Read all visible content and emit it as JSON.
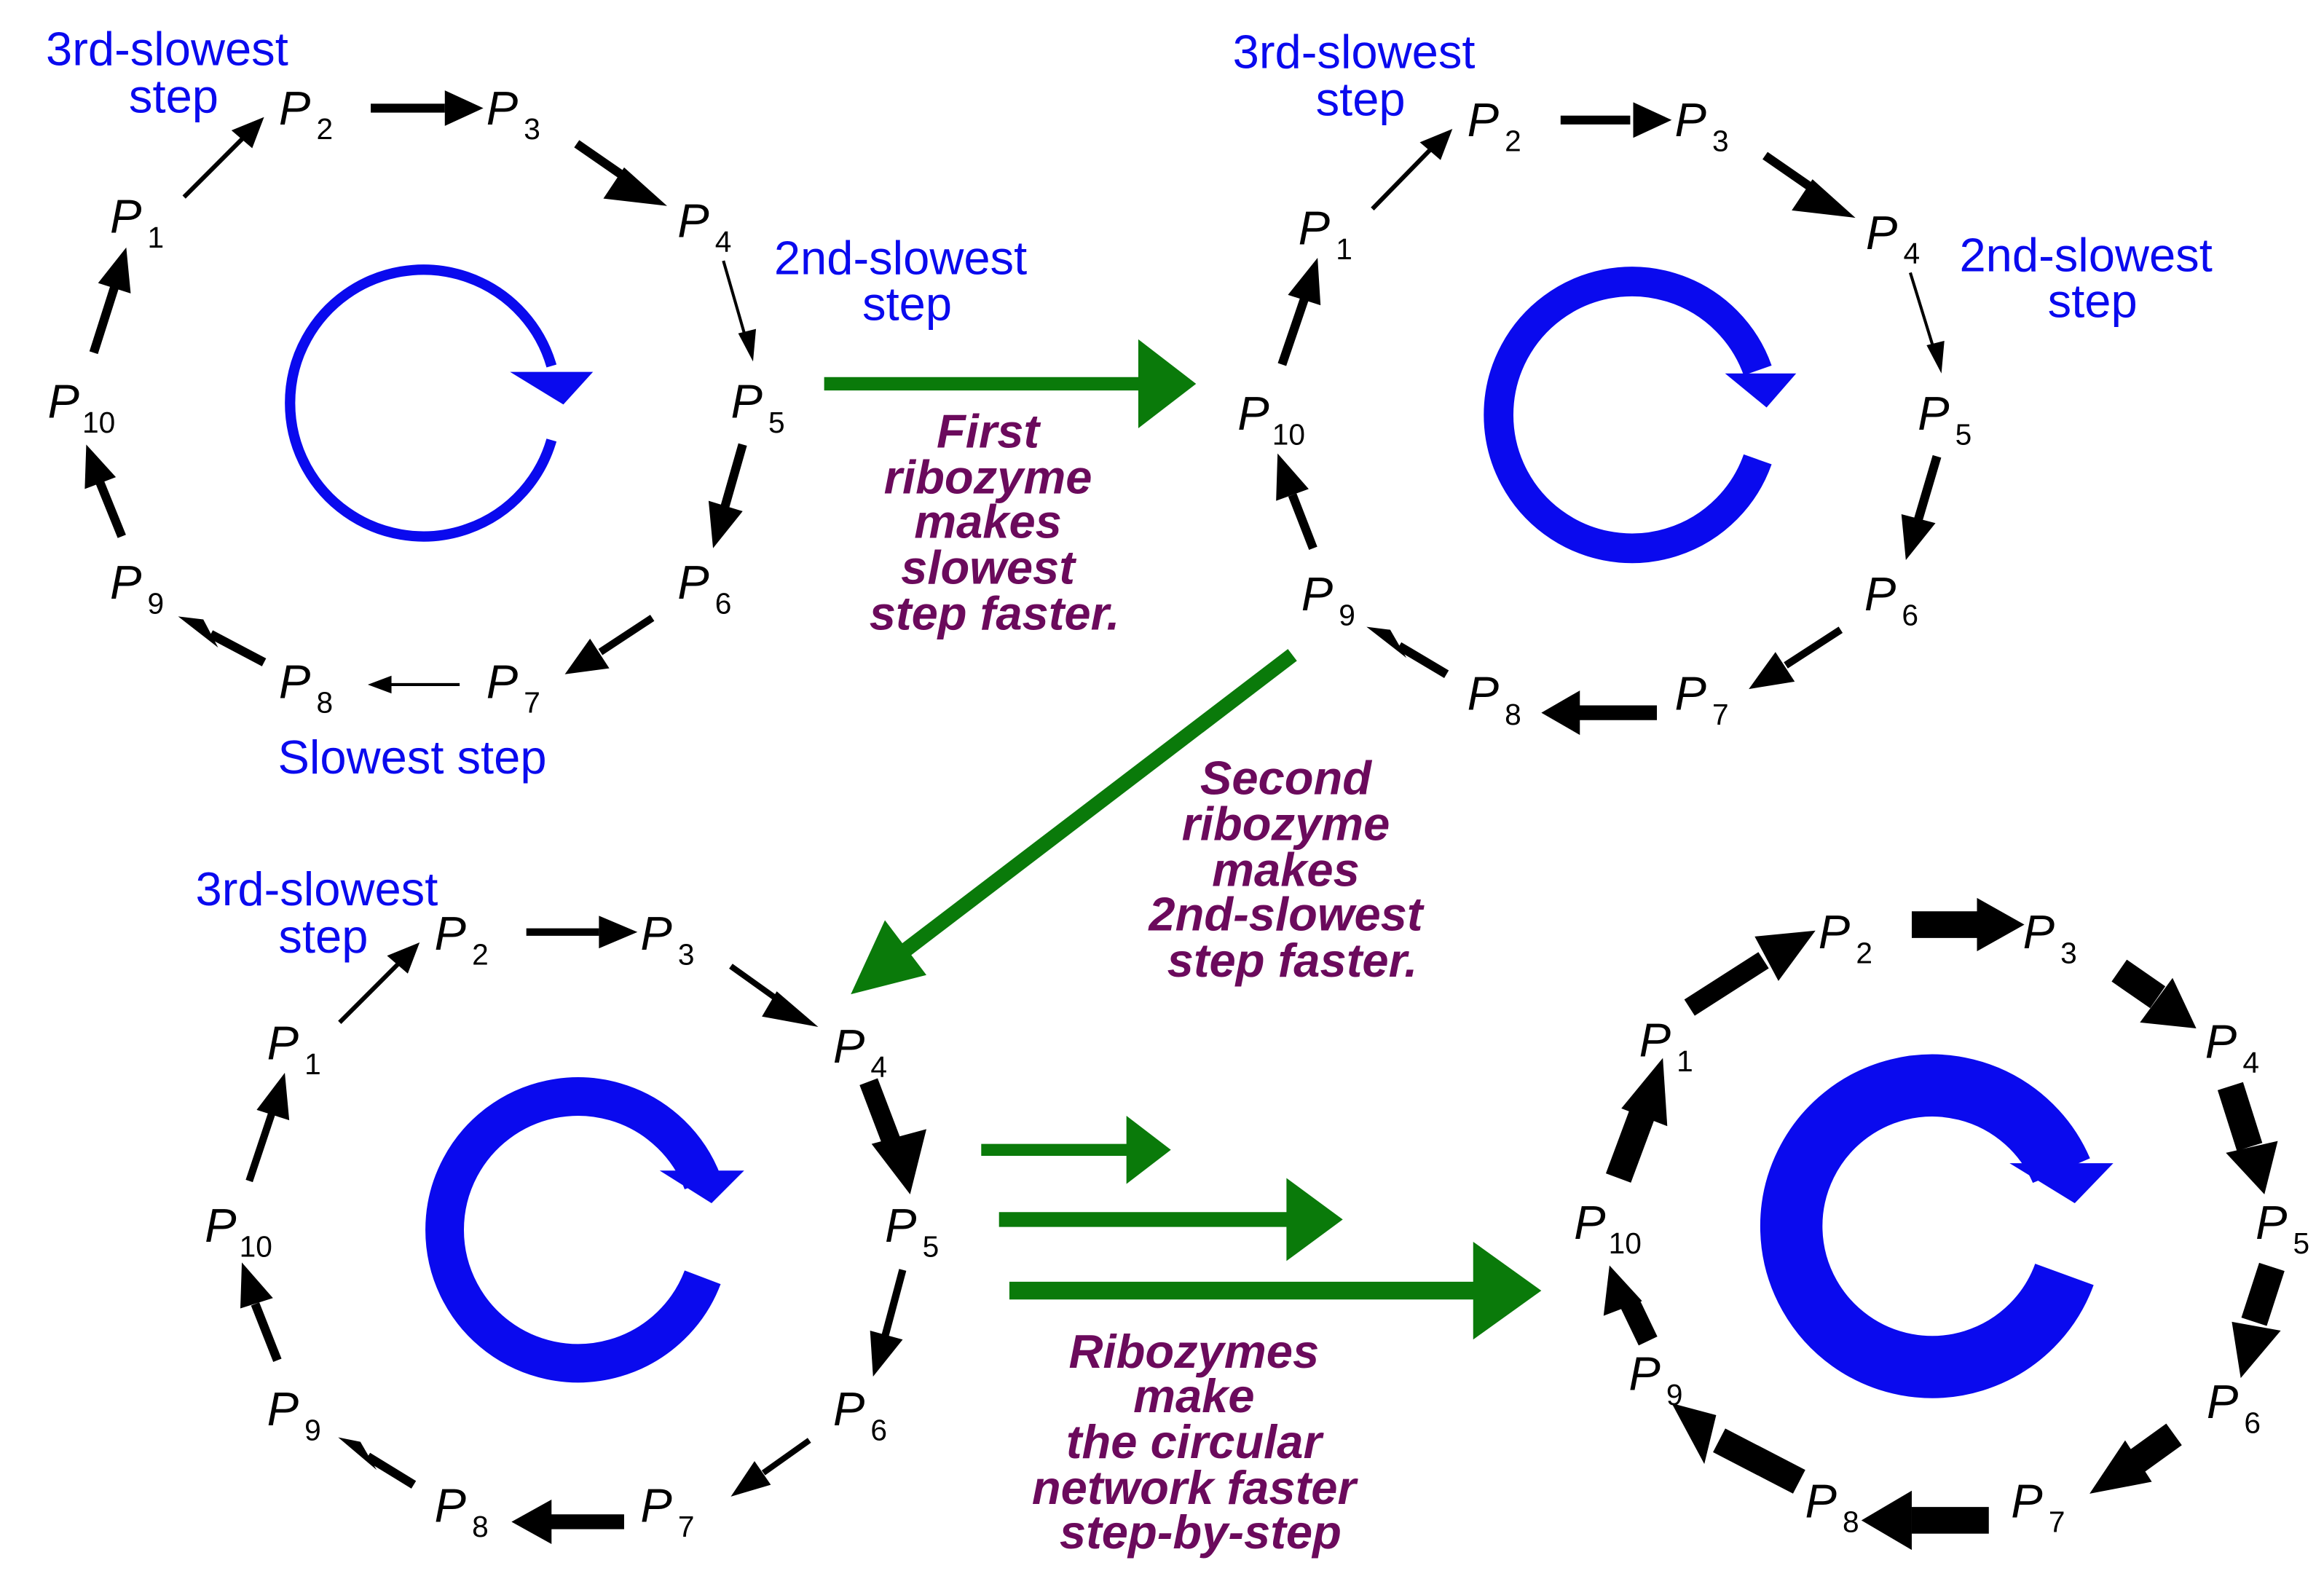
{
  "node_labels": [
    "P",
    "P",
    "P",
    "P",
    "P",
    "P",
    "P",
    "P",
    "P",
    "P"
  ],
  "node_subscripts": [
    "1",
    "2",
    "3",
    "4",
    "5",
    "6",
    "7",
    "8",
    "9",
    "10"
  ],
  "colors": {
    "reaction_arrow": "#000000",
    "cycle_arrow": "#0a0aee",
    "transition_arrow": "#0a7a0a",
    "step_annotation": "#0a0aee",
    "transition_caption": "#6b0a5c"
  },
  "icons": {
    "cycle": "circular-arrow-icon",
    "transition": "arrow-right-icon"
  },
  "panels": [
    {
      "name": "initial-network",
      "annotations": {
        "third_slowest": [
          "3rd-slowest",
          "step"
        ],
        "second_slowest": [
          "2nd-slowest",
          "step"
        ],
        "slowest": [
          "Slowest step"
        ]
      }
    },
    {
      "name": "after-first-ribozyme",
      "annotations": {
        "third_slowest": [
          "3rd-slowest",
          "step"
        ],
        "second_slowest": [
          "2nd-slowest",
          "step"
        ]
      }
    },
    {
      "name": "after-second-ribozyme",
      "annotations": {
        "third_slowest": [
          "3rd-slowest",
          "step"
        ]
      }
    },
    {
      "name": "fast-network",
      "annotations": {}
    }
  ],
  "transitions": {
    "first": [
      "First",
      "ribozyme",
      "makes",
      "slowest",
      "step faster."
    ],
    "second": [
      "Second",
      "ribozyme",
      "makes",
      "2nd-slowest",
      "step faster."
    ],
    "third": [
      "Ribozymes",
      "make",
      "the circular",
      "network faster",
      "step-by-step"
    ]
  }
}
